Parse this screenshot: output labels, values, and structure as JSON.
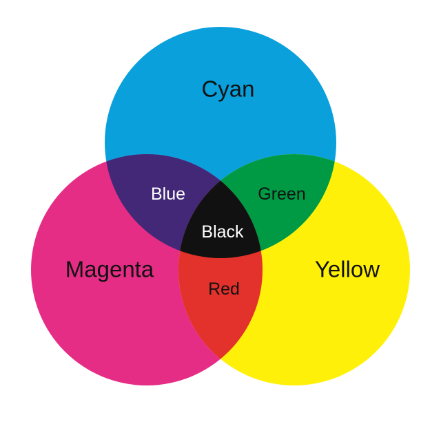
{
  "diagram": {
    "circles": {
      "cyan": {
        "label": "Cyan",
        "color": "#0aa0dc"
      },
      "magenta": {
        "label": "Magenta",
        "color": "#e62d86"
      },
      "yellow": {
        "label": "Yellow",
        "color": "#fff00a"
      }
    },
    "overlaps": {
      "blue": {
        "label": "Blue",
        "color": "#432878"
      },
      "green": {
        "label": "Green",
        "color": "#009a44"
      },
      "red": {
        "label": "Red",
        "color": "#e3312b"
      },
      "black": {
        "label": "Black",
        "color": "#111111"
      }
    },
    "text_colors": {
      "dark": "#111111",
      "light": "#ffffff"
    }
  }
}
